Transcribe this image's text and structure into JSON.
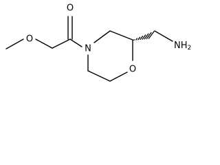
{
  "molecule": {
    "atoms": {
      "carbonyl_oxygen": "O",
      "ether_oxygen": "O",
      "ring_nitrogen": "N",
      "ring_oxygen": "O",
      "amine": "NH2"
    },
    "stereo_bond": "hashed-wedge"
  }
}
